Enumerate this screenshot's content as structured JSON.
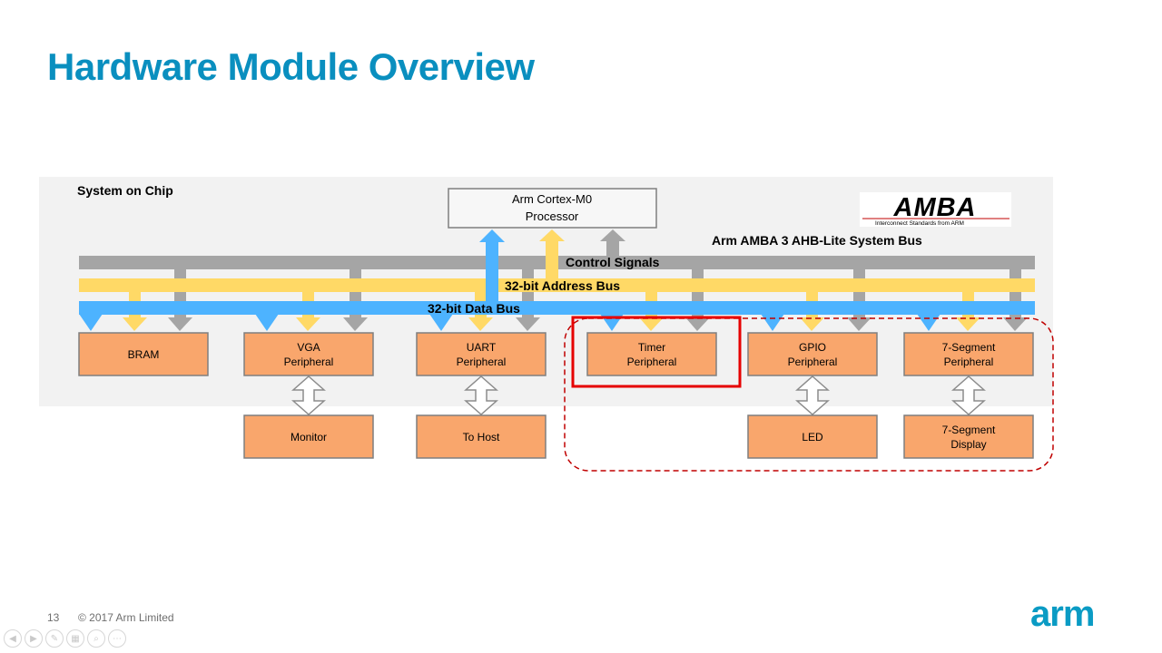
{
  "title": "Hardware Module Overview",
  "soc_label": "System on Chip",
  "processor": {
    "line1": "Arm Cortex-M0",
    "line2": "Processor"
  },
  "amba_logo": {
    "text": "AMBA",
    "sub": "Interconnect Standards from ARM"
  },
  "bus_title": "Arm AMBA 3 AHB-Lite System Bus",
  "buses": {
    "control": "Control Signals",
    "address": "32-bit Address Bus",
    "data": "32-bit Data Bus"
  },
  "peripherals": [
    {
      "line1": "BRAM",
      "line2": ""
    },
    {
      "line1": "VGA",
      "line2": "Peripheral"
    },
    {
      "line1": "UART",
      "line2": "Peripheral"
    },
    {
      "line1": "Timer",
      "line2": "Peripheral"
    },
    {
      "line1": "GPIO",
      "line2": "Peripheral"
    },
    {
      "line1": "7-Segment",
      "line2": "Peripheral"
    }
  ],
  "devices": [
    {
      "line1": "Monitor",
      "line2": ""
    },
    {
      "line1": "To Host",
      "line2": ""
    },
    {
      "line1": "LED",
      "line2": ""
    },
    {
      "line1": "7-Segment",
      "line2": "Display"
    }
  ],
  "footer": {
    "page": "13",
    "copyright": "© 2017 Arm Limited",
    "logo": "arm"
  },
  "nav_icons": [
    "prev-icon",
    "next-icon",
    "pen-icon",
    "slides-icon",
    "zoom-icon",
    "more-icon"
  ],
  "colors": {
    "title": "#0a8fbf",
    "control_bus": "#a5a5a5",
    "address_bus": "#ffd966",
    "data_bus": "#4db3ff",
    "peripheral": "#f9a66c",
    "highlight": "#e60000",
    "group_outline": "#c00000"
  }
}
